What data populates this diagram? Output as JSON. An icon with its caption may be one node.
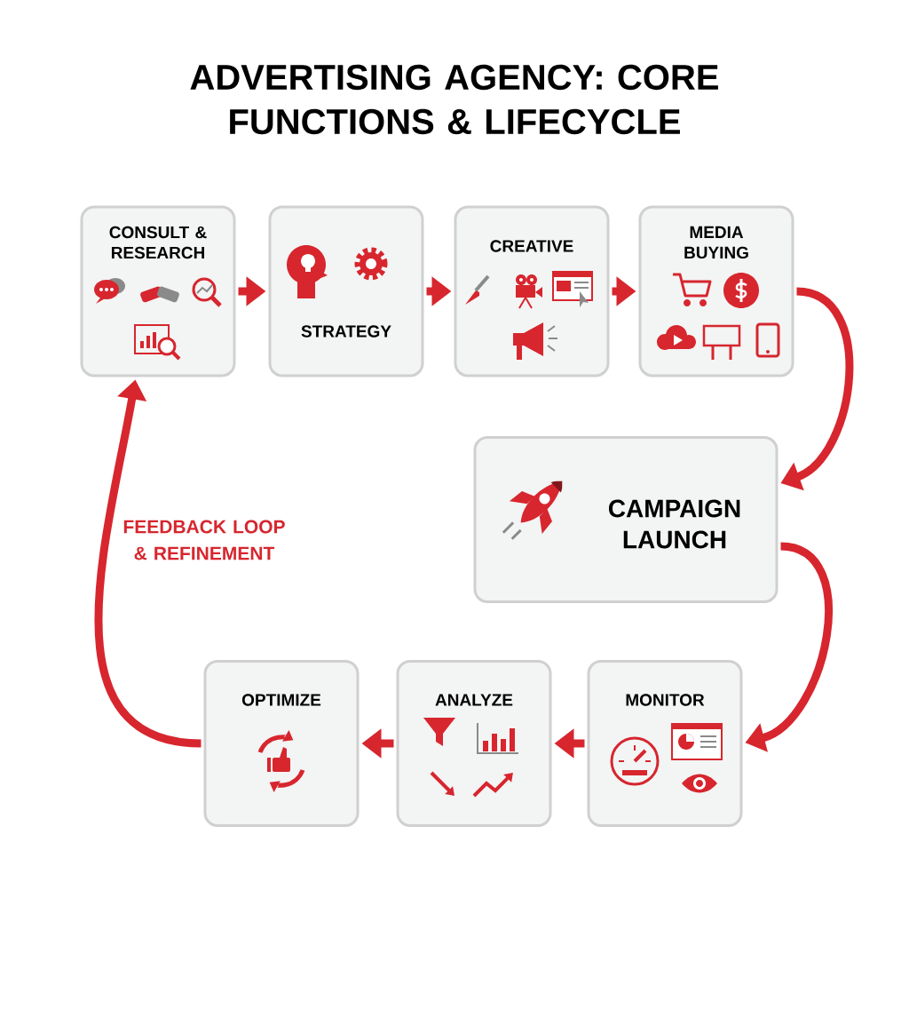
{
  "diagram": {
    "title": "ADVERTISING AGENCY: CORE FUNCTIONS & LIFECYCLE",
    "nodes": [
      {
        "text": [
          "CONSULT & RESEARCH"
        ]
      },
      {
        "text": [
          "STRATEGY"
        ]
      },
      {
        "text": [
          "CREATIVE"
        ]
      },
      {
        "text": [
          "MEDIA BUYING"
        ]
      },
      {
        "text": [
          "CAMPAIGN LAUNCH"
        ]
      },
      {
        "text": [
          "MONITOR"
        ]
      },
      {
        "text": [
          "ANALYZE"
        ]
      },
      {
        "text": [
          "OPTIMIZE"
        ]
      }
    ],
    "edges": [
      {
        "from": 0,
        "to": 1,
        "arrow": "to"
      },
      {
        "from": 1,
        "to": 2,
        "arrow": "to"
      },
      {
        "from": 2,
        "to": 3,
        "arrow": "to"
      },
      {
        "from": 3,
        "to": 4,
        "arrow": "to"
      },
      {
        "from": 4,
        "to": 5,
        "arrow": "to"
      },
      {
        "from": 5,
        "to": 6,
        "arrow": "to"
      },
      {
        "from": 6,
        "to": 7,
        "arrow": "to"
      },
      {
        "from": 7,
        "to": 0,
        "arrow": "to",
        "label": "FEEDBACK LOOP & REFINEMENT"
      }
    ]
  }
}
